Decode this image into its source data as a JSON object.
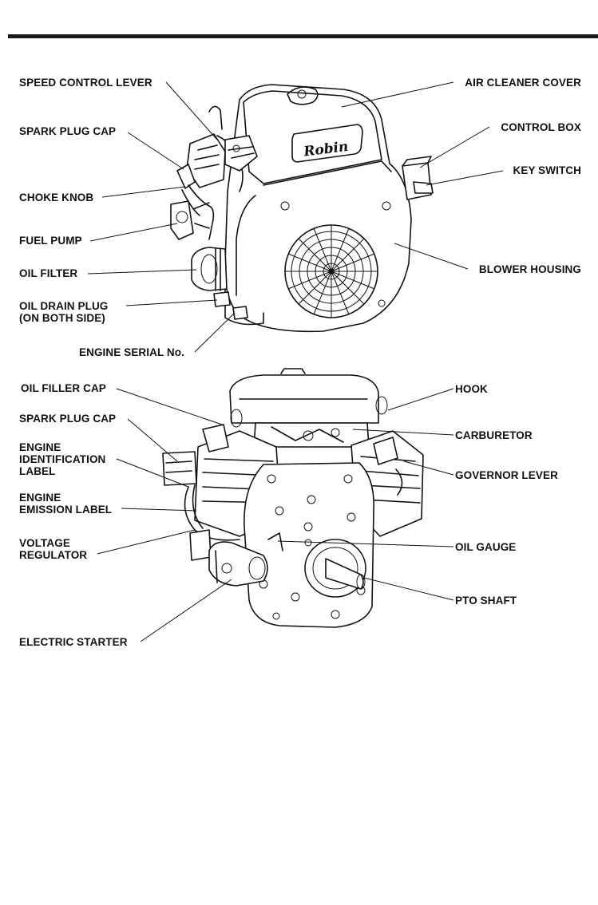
{
  "figure1": {
    "logo": "Robin",
    "labels": {
      "speed_control_lever": "SPEED CONTROL LEVER",
      "spark_plug_cap": "SPARK PLUG CAP",
      "choke_knob": "CHOKE KNOB",
      "fuel_pump": "FUEL PUMP",
      "oil_filter": "OIL FILTER",
      "oil_drain_plug": "OIL DRAIN PLUG\n(ON BOTH SIDE)",
      "engine_serial": "ENGINE SERIAL No.",
      "air_cleaner_cover": "AIR CLEANER COVER",
      "control_box": "CONTROL BOX",
      "key_switch": "KEY SWITCH",
      "blower_housing": "BLOWER HOUSING"
    }
  },
  "figure2": {
    "labels": {
      "oil_filler_cap": "OIL FILLER CAP",
      "spark_plug_cap": "SPARK PLUG CAP",
      "engine_identification_label": "ENGINE\nIDENTIFICATION\nLABEL",
      "engine_emission_label": "ENGINE\nEMISSION LABEL",
      "voltage_regulator": "VOLTAGE\nREGULATOR",
      "electric_starter": "ELECTRIC STARTER",
      "hook": "HOOK",
      "carburetor": "CARBURETOR",
      "governor_lever": "GOVERNOR LEVER",
      "oil_gauge": "OIL GAUGE",
      "pto_shaft": "PTO SHAFT"
    }
  }
}
